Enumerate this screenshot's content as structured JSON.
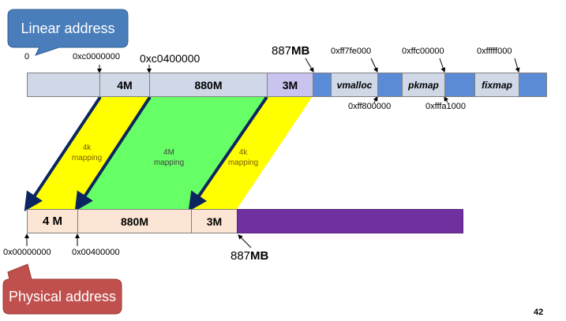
{
  "callouts": {
    "linear": "Linear address",
    "physical": "Physical address"
  },
  "linear_bar": {
    "segments": {
      "seg_4m": "4M",
      "seg_880m": "880M",
      "seg_3m": "3M",
      "vmalloc": "vmalloc",
      "pkmap": "pkmap",
      "fixmap": "fixmap"
    },
    "addresses": {
      "zero": "0",
      "c0000000": "0xc0000000",
      "c0400000": "0xc0400000",
      "mb887_num": "887",
      "mb887_unit": "MB",
      "ff7fe000": "0xff7fe000",
      "ffc00000": "0xffc00000",
      "fffff000": "0xfffff000",
      "ff800000": "0xff800000",
      "fffa1000": "0xfffa1000"
    }
  },
  "mappings": {
    "left_line1": "4k",
    "left_line2": "mapping",
    "mid_line1": "4M",
    "mid_line2": "mapping",
    "right_line1": "4k",
    "right_line2": "mapping"
  },
  "physical_bar": {
    "segments": {
      "seg_4m": "4 M",
      "seg_880m": "880M",
      "seg_3m": "3M"
    },
    "addresses": {
      "p00000000": "0x00000000",
      "p00400000": "0x00400000",
      "mb887_num": "887",
      "mb887_unit": "MB"
    }
  },
  "page_number": "42",
  "colors": {
    "linear_lowmem": "#d0d8e8",
    "linear_3m": "#c9c3f0",
    "linear_blue": "#5b8bd6",
    "physical_fill": "#fce5d4",
    "physical_high": "#7030a0",
    "map_yellow": "#ffff00",
    "map_green": "#66ff66",
    "arrow_navy": "#0b2560",
    "callout_blue": "#4a7ebb",
    "callout_red": "#c0504d"
  }
}
